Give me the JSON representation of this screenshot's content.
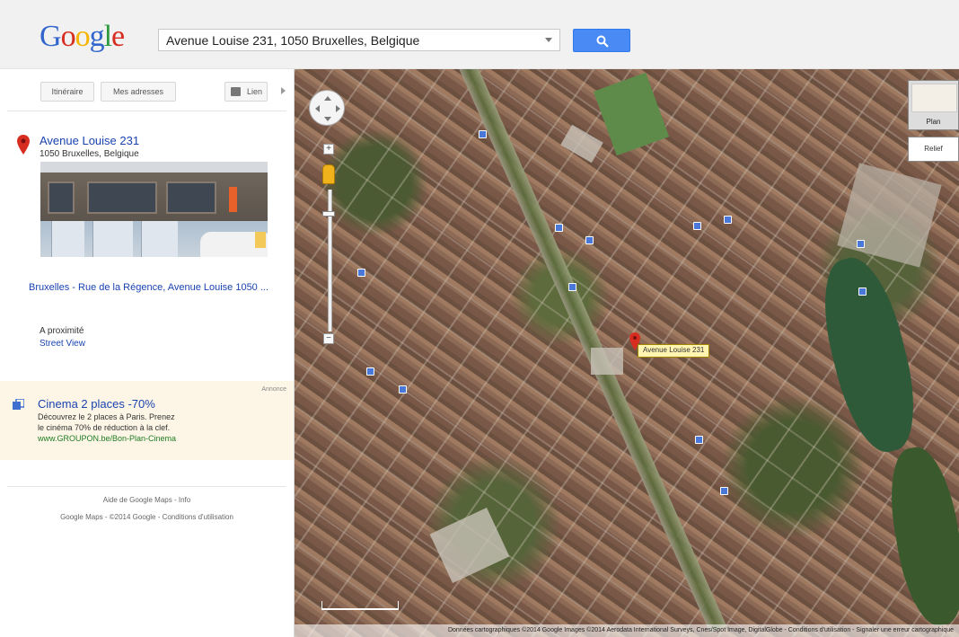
{
  "header": {
    "logo_letters": [
      {
        "ch": "G",
        "color": "#3366cc"
      },
      {
        "ch": "o",
        "color": "#d62d20"
      },
      {
        "ch": "o",
        "color": "#f4b400"
      },
      {
        "ch": "g",
        "color": "#3366cc"
      },
      {
        "ch": "l",
        "color": "#2b9a3e"
      },
      {
        "ch": "e",
        "color": "#d62d20"
      }
    ],
    "search_value": "Avenue Louise 231, 1050 Bruxelles, Belgique",
    "search_button_icon": "search-icon"
  },
  "panel": {
    "btn_getting_there": "Itinéraire",
    "btn_my_places": "Mes adresses",
    "btn_print_icon": "print-icon",
    "btn_link_label": "Lien",
    "place": {
      "title": "Avenue Louise 231",
      "subtitle": "1050 Bruxelles, Belgique"
    },
    "description": "Bruxelles - Rue de la Régence, Avenue Louise 1050 ...",
    "nearby_label": "A proximité",
    "nearby_link": "Street View"
  },
  "ad": {
    "label": "Annonce",
    "title": "Cinema 2 places -70%",
    "line1": "Découvrez le 2 places à Paris. Prenez",
    "line2": "le cinéma 70% de réduction à la clef.",
    "url": "www.GROUPON.be/Bon-Plan-Cinema"
  },
  "footer": {
    "line1": "Aide de Google Maps - Info",
    "line2": "Google Maps - ©2014 Google - Conditions d'utilisation"
  },
  "map": {
    "marker_label": "Avenue Louise 231",
    "maptype_label": "Plan",
    "maptype2_label": "Relief",
    "zoom_plus": "+",
    "zoom_minus": "−",
    "attribution": "Données cartographiques ©2014 Google Images ©2014 Aerodata International Surveys, Cnes/Spot Image, DigitalGlobe - Conditions d'utilisation - Signaler une erreur cartographique"
  },
  "colors": {
    "brand_blue": "#4a8af4",
    "link_blue": "#1a43b0",
    "ad_background": "#fdf6e6",
    "marker_red": "#d62d20"
  }
}
